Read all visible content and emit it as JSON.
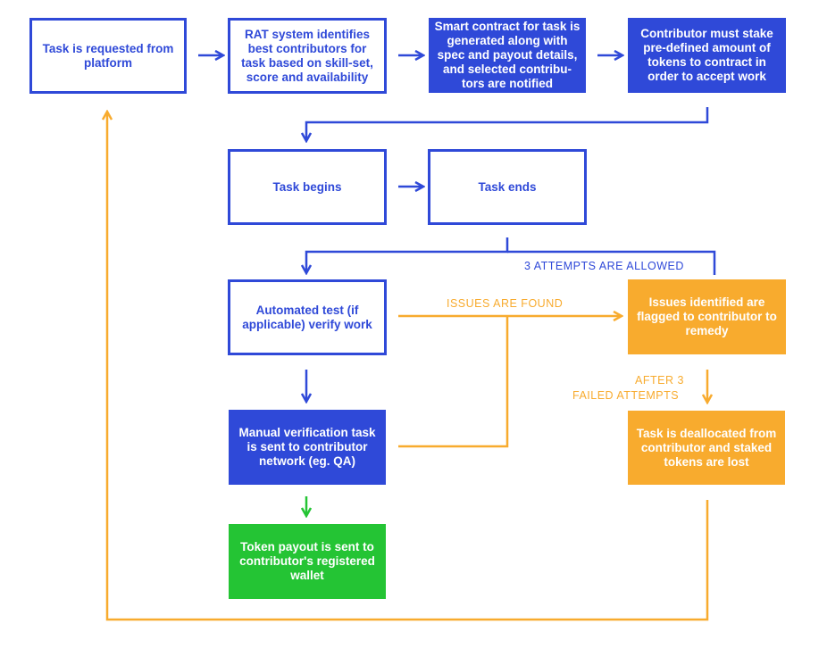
{
  "colors": {
    "blue": "#2f49d8",
    "orange": "#f8ab2e",
    "green": "#24c434",
    "background": "#ffffff"
  },
  "nodes": {
    "task_requested": "Task is requested from platform",
    "rat_system": "RAT system identifies best contributors for task based on skill-set, score and availability",
    "smart_contract": "Smart contract for task is generated along with spec and payout details, and selected contribu- tors are notified",
    "stake_tokens": "Contributor must stake pre-defined amount of tokens to contract in order to accept work",
    "task_begins": "Task begins",
    "task_ends": "Task ends",
    "automated_test": "Automated test (if applicable) verify work",
    "issues_flagged": "Issues identified are flagged to contributor to remedy",
    "manual_verification": "Manual verification task is sent to contributor network (eg. QA)",
    "task_deallocated": "Task is deallocated from contributor and staked tokens are lost",
    "token_payout": "Token payout is sent to contributor's registered wallet"
  },
  "edge_labels": {
    "attempts_allowed": "3 ATTEMPTS ARE ALLOWED",
    "issues_found": "ISSUES ARE FOUND",
    "after_failed_line1": "AFTER 3",
    "after_failed_line2": "FAILED ATTEMPTS"
  }
}
